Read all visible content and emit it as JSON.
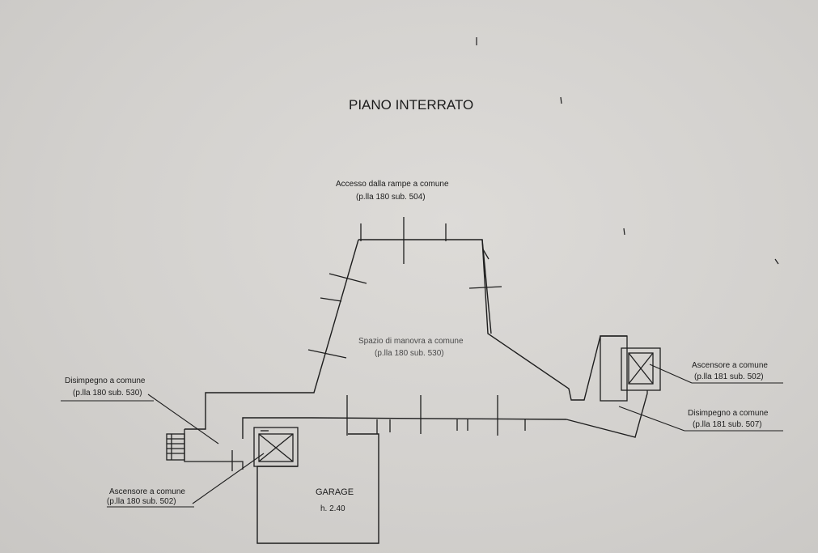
{
  "plan": {
    "title": "PIANO INTERRATO",
    "labels": {
      "access_ramp": [
        "Accesso dalla rampe a comune",
        "(p.lla 180 sub. 504)"
      ],
      "maneuver_space": [
        "Spazio di manovra a comune",
        "(p.lla 180 sub. 530)"
      ],
      "lobby_left": [
        "Disimpegno a comune",
        "(p.lla 180 sub. 530)"
      ],
      "elevator_right": [
        "Ascensore a comune",
        "(p.lla 181 sub. 502)"
      ],
      "lobby_right": [
        "Disimpegno a comune",
        "(p.lla 181 sub. 507)"
      ],
      "elevator_left": [
        "Ascensore a comune",
        "(p.lla 180 sub. 502)"
      ],
      "garage": [
        "GARAGE",
        "h. 2.40"
      ]
    }
  }
}
